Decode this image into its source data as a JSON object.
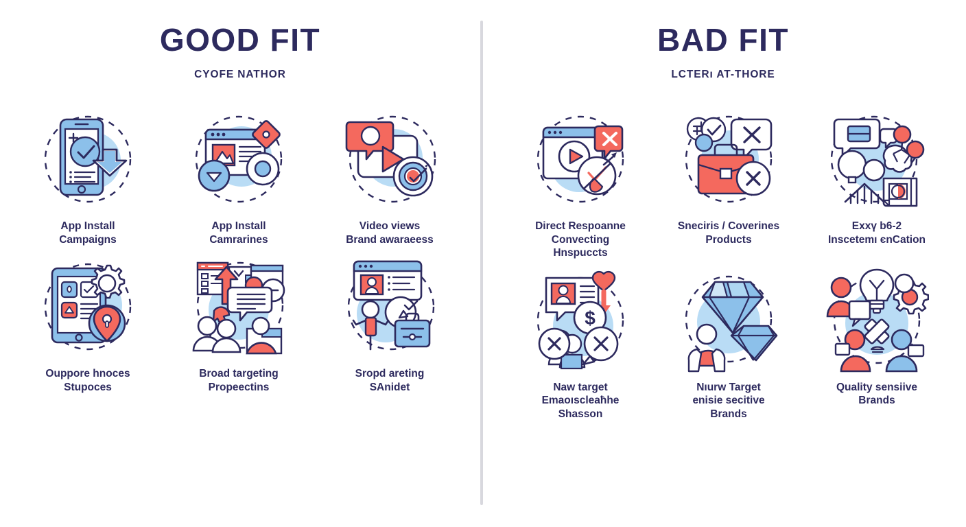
{
  "palette": {
    "navy": "#2d2a5e",
    "light_blue": "#aed7f2",
    "mid_blue": "#8cc0ea",
    "blue_fill": "#b9dcf5",
    "coral": "#f4695e",
    "salmon": "#f57f72",
    "white": "#ffffff",
    "divider": "#d8d8de",
    "background": "#ffffff"
  },
  "layout": {
    "columns": 3,
    "rows": 2,
    "divider_visible": true
  },
  "left_panel": {
    "title": "GOOD FIT",
    "subtitle": "CYOFE NATHOR",
    "items": [
      {
        "id": "app-install-campaigns",
        "label": "App Install\nCampaigns",
        "icon": "phone-check-download-icon"
      },
      {
        "id": "app-install-camrarines",
        "label": "App Install\nCamrarines",
        "icon": "browser-image-tag-icon"
      },
      {
        "id": "video-views-brand-awareness",
        "label": "Video views\nBrand awaraeess",
        "icon": "video-play-target-icon"
      },
      {
        "id": "ouppore-moces-stupoces",
        "label": "Ouppore hnoces\nStupoces",
        "icon": "tablet-gear-pin-icon"
      },
      {
        "id": "broad-targeting-propeectins",
        "label": "Broad targeting\nPropeectins",
        "icon": "people-chat-growth-icon"
      },
      {
        "id": "sropd-areting-sanidet",
        "label": "Sropd areting\nSAnidet",
        "icon": "profile-card-briefcase-icon"
      }
    ]
  },
  "right_panel": {
    "title": "BAD FIT",
    "subtitle": "LCTERı AT-THORE",
    "items": [
      {
        "id": "direct-response-convecting-hnspuccts",
        "label": "Direct Respoanne\nConvecting\nHnspuccts",
        "icon": "video-error-no-click-icon"
      },
      {
        "id": "snecinis-coverines-products",
        "label": "Sneciris / Coverines\nProducts",
        "icon": "briefcase-rejected-icon"
      },
      {
        "id": "exxy-b6-2-inscetems-encation",
        "label": "Exxү b6-2\nInscetemı єnCation",
        "icon": "chat-network-book-icon"
      },
      {
        "id": "naw-target-emaotsclea-hhe-shasson",
        "label": "Naw target\nEmaoıscleaħhe\nShasson",
        "icon": "profile-money-rejected-icon"
      },
      {
        "id": "nurw-target-enisie-secitive-brands",
        "label": "Nıurw Target\nenisie secitive\nBrands",
        "icon": "diamond-person-icon"
      },
      {
        "id": "quality-sensiive-brands",
        "label": "Quality sensiive\nBrands",
        "icon": "team-idea-conflict-icon"
      }
    ]
  }
}
